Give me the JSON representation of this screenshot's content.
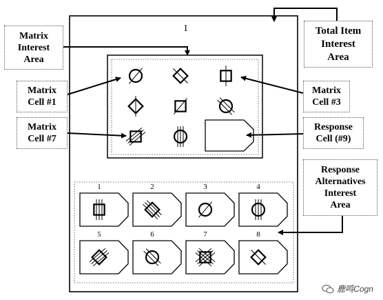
{
  "item_number": "1",
  "labels": {
    "matrix_interest_area": "Matrix\nInterest\nArea",
    "total_item_interest_area": "Total Item\nInterest\nArea",
    "matrix_cell_1": "Matrix\nCell #1",
    "matrix_cell_3": "Matrix\nCell #3",
    "matrix_cell_7": "Matrix\nCell #7",
    "response_cell_9": "Response\nCell (#9)",
    "response_alternatives_interest_area": "Response\nAlternatives\nInterest\nArea"
  },
  "matrix_cells": [
    {
      "shape": "circle",
      "lines": "diag-right"
    },
    {
      "shape": "diamond",
      "lines": "diag-left"
    },
    {
      "shape": "square",
      "lines": "vertical"
    },
    {
      "shape": "diamond",
      "lines": "vertical"
    },
    {
      "shape": "square",
      "lines": "diag-right"
    },
    {
      "shape": "circle",
      "lines": "diag-left-double"
    },
    {
      "shape": "square",
      "lines": "diag-right-triple"
    },
    {
      "shape": "circle",
      "lines": "vertical-triple"
    },
    {
      "shape": "response"
    }
  ],
  "alternatives": [
    {
      "number": "1",
      "shape": "square",
      "lines": "vertical-triple"
    },
    {
      "number": "2",
      "shape": "diamond",
      "lines": "diag-left-triple"
    },
    {
      "number": "3",
      "shape": "circle",
      "lines": "diag-right"
    },
    {
      "number": "4",
      "shape": "circle",
      "lines": "vertical-triple"
    },
    {
      "number": "5",
      "shape": "diamond",
      "lines": "diag-right-triple"
    },
    {
      "number": "6",
      "shape": "circle",
      "lines": "diag-left-double"
    },
    {
      "number": "7",
      "shape": "square",
      "lines": "both-triple"
    },
    {
      "number": "8",
      "shape": "diamond",
      "lines": "diag-left"
    }
  ],
  "watermark": "鹿鸣Cogn",
  "colors": {
    "stroke": "#000000",
    "dotted": "#444444"
  }
}
